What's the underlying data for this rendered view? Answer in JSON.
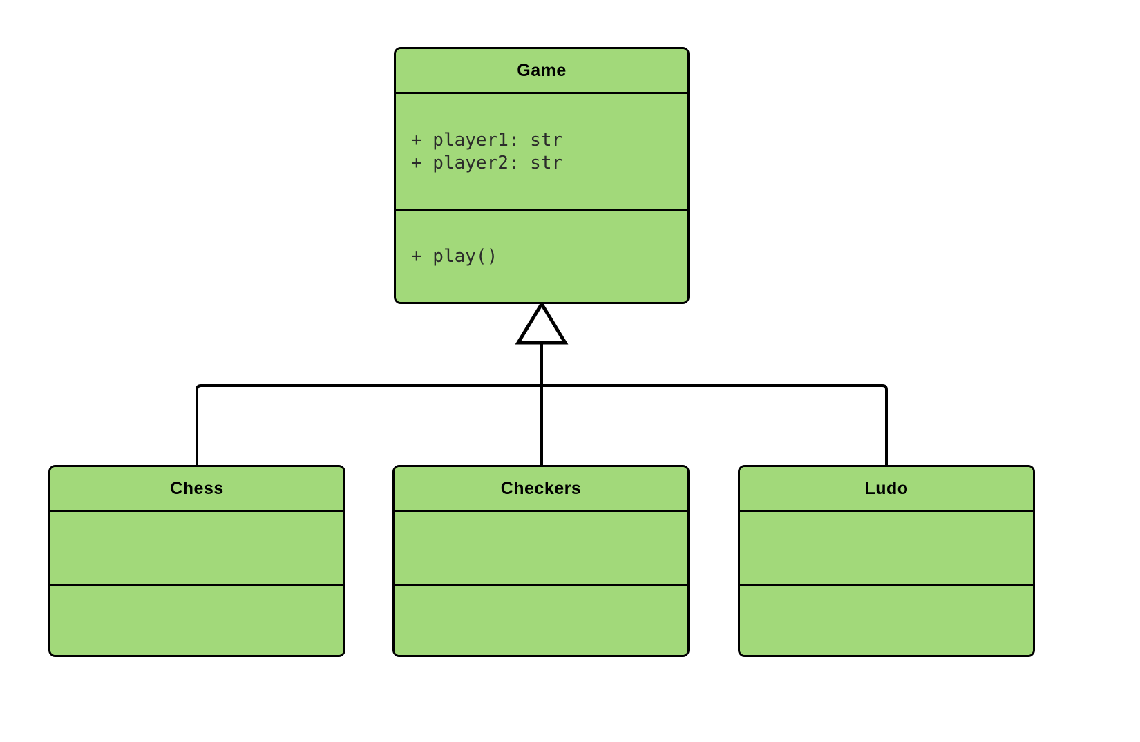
{
  "diagram": {
    "type": "uml-class-diagram",
    "relationship": "inheritance",
    "colors": {
      "class_fill": "#a2d97a",
      "stroke": "#000000",
      "background": "#ffffff",
      "member_text": "#2b2b2b",
      "arrowhead_fill": "#ffffff"
    },
    "superclass": {
      "name": "Game",
      "attributes": [
        "+ player1: str",
        "+ player2: str"
      ],
      "methods": [
        "+ play()"
      ]
    },
    "subclasses": [
      {
        "name": "Chess",
        "attributes": [],
        "methods": []
      },
      {
        "name": "Checkers",
        "attributes": [],
        "methods": []
      },
      {
        "name": "Ludo",
        "attributes": [],
        "methods": []
      }
    ]
  }
}
